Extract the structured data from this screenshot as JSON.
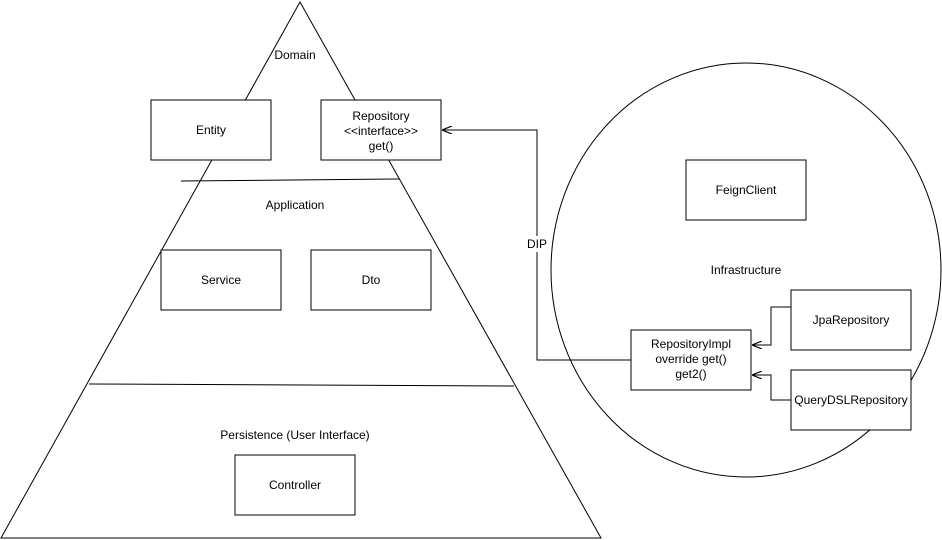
{
  "colors": {
    "stroke": "#000000",
    "fill": "#ffffff",
    "text": "#000000"
  },
  "layers": {
    "domain": "Domain",
    "application": "Application",
    "persistence": "Persistence (User Interface)",
    "infrastructure": "Infrastructure"
  },
  "boxes": {
    "entity": "Entity",
    "repository": [
      "Repository",
      "<<interface>>",
      "get()"
    ],
    "service": "Service",
    "dto": "Dto",
    "controller": "Controller",
    "feign_client": "FeignClient",
    "repository_impl": [
      "RepositoryImpl",
      "override get()",
      "get2()"
    ],
    "jpa_repository": "JpaRepository",
    "querydsl_repository": "QueryDSLRepository"
  },
  "edges": {
    "dip": "DIP"
  }
}
